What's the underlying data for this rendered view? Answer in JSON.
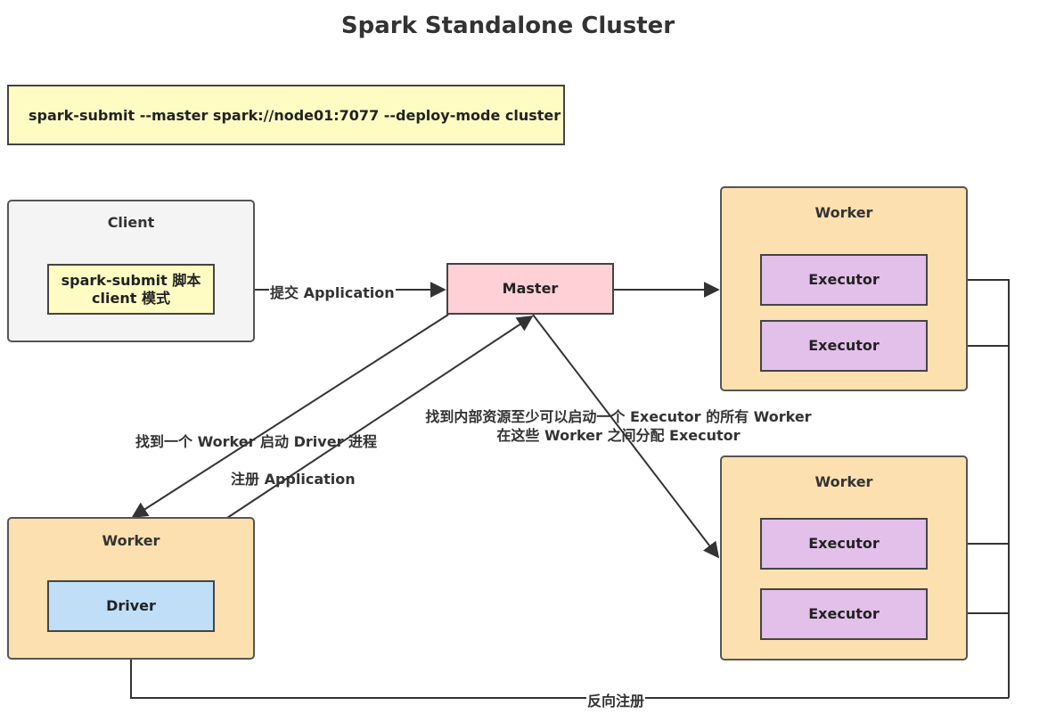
{
  "title": "Spark Standalone Cluster",
  "command": "spark-submit --master spark://node01:7077 --deploy-mode cluster",
  "client": {
    "label": "Client",
    "submit_line1": "spark-submit 脚本",
    "submit_line2": "client 模式"
  },
  "master": {
    "label": "Master"
  },
  "worker_top": {
    "label": "Worker",
    "executors": [
      "Executor",
      "Executor"
    ]
  },
  "worker_bottom": {
    "label": "Worker",
    "executors": [
      "Executor",
      "Executor"
    ]
  },
  "worker_driver": {
    "label": "Worker",
    "driver": "Driver"
  },
  "edges": {
    "submit_app": "提交 Application",
    "find_worker": "找到一个 Worker 启动 Driver 进程",
    "register_app": "注册 Application",
    "find_resources_line1": "找到内部资源至少可以启动一个 Executor 的所有 Worker",
    "find_resources_line2": "在这些 Worker 之间分配 Executor",
    "reverse_register": "反向注册"
  },
  "colors": {
    "command_bg": "#fefcc3",
    "client_bg": "#f4f4f4",
    "worker_bg": "#fde0b0",
    "master_bg": "#ffd0d5",
    "executor_bg": "#e2c0ea",
    "driver_bg": "#c0dff7",
    "line": "#333333"
  }
}
